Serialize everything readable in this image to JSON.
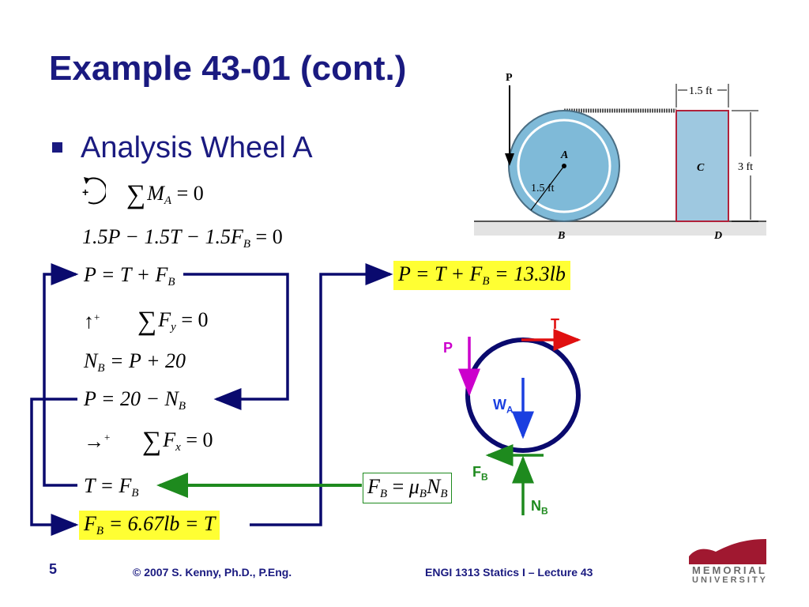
{
  "slide": {
    "title": "Example 43-01 (cont.)",
    "bullet": "Analysis Wheel A",
    "page_number": "5",
    "copyright": "© 2007 S. Kenny, Ph.D., P.Eng.",
    "course": "ENGI 1313 Statics I – Lecture 43",
    "logo_line1": "MEMORIAL",
    "logo_line2": "UNIVERSITY"
  },
  "equations": {
    "moment_sign": "+",
    "moment_sum": "M",
    "moment_sub": "A",
    "moment_rhs": " = 0",
    "eq1": "1.5P − 1.5T − 1.5F",
    "eq1_sub": "B",
    "eq1_rhs": " = 0",
    "eq2_lhs": "P = T + F",
    "eq2_sub": "B",
    "fy_arrow": "↑",
    "fy_sign": "+",
    "fy_sum": "F",
    "fy_sub": "y",
    "fy_rhs": " = 0",
    "nb_lhs": "N",
    "nb_sub": "B",
    "nb_rhs": " = P + 20",
    "p_eq": "P = 20 − N",
    "p_eq_sub": "B",
    "fx_arrow": "→",
    "fx_sign": "+",
    "fx_sum": "F",
    "fx_sub": "x",
    "fx_rhs": " = 0",
    "t_eq": "T = F",
    "t_eq_sub": "B",
    "fb_result": "F",
    "fb_result_sub": "B",
    "fb_result_rhs": " = 6.67lb = T",
    "p_result": "P = T + F",
    "p_result_sub": "B",
    "p_result_rhs": " = 13.3lb",
    "friction_lhs": "F",
    "friction_lhs_sub": "B",
    "friction_mid": " = ",
    "friction_mu": "μ",
    "friction_mu_sub": "B",
    "friction_n": "N",
    "friction_n_sub": "B"
  },
  "figure": {
    "label_p": "P",
    "label_a": "A",
    "label_radius": "1.5 ft",
    "label_c": "C",
    "label_width": "1.5 ft",
    "label_height": "3 ft",
    "label_b": "B",
    "label_d": "D"
  },
  "fbd": {
    "label_t": "T",
    "label_p": "P",
    "label_w": "W",
    "label_w_sub": "A",
    "label_f": "F",
    "label_f_sub": "B",
    "label_n": "N",
    "label_n_sub": "B",
    "colors": {
      "tension": "#e01010",
      "p_force": "#cc00cc",
      "weight": "#1a3fe0",
      "normal": "#1e8a1e",
      "wheel": "#0a0a6e"
    }
  },
  "colors": {
    "title": "#1a1a80",
    "highlight": "#ffff33",
    "connector": "#0a0a6e",
    "green_arrow": "#1e8a1e",
    "logo_red": "#a01830"
  }
}
